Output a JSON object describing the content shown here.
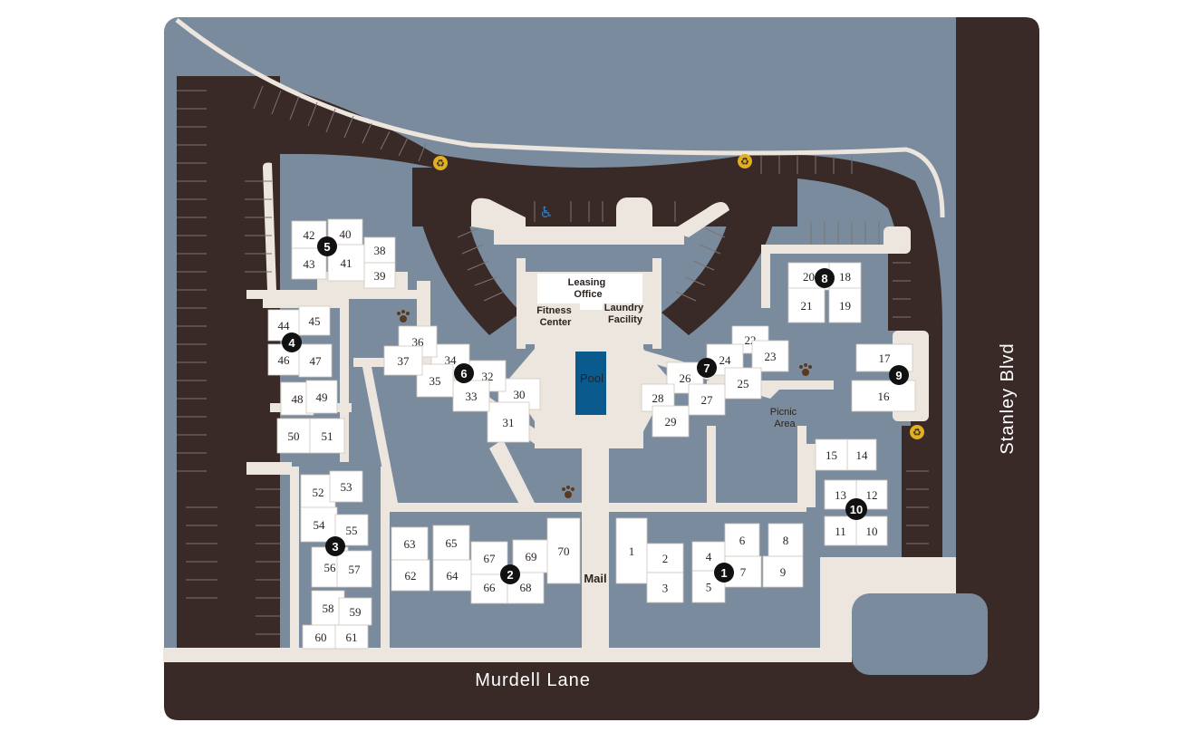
{
  "streets": {
    "bottom": "Murdell Lane",
    "right": "Stanley Blvd"
  },
  "amenities": {
    "leasing": "Leasing Office",
    "fitness_line1": "Fitness",
    "fitness_line2": "Center",
    "laundry_line1": "Laundry",
    "laundry_line2": "Facility",
    "pool": "Pool",
    "picnic_line1": "Picnic",
    "picnic_line2": "Area",
    "mail": "Mail"
  },
  "buildings": [
    "1",
    "2",
    "3",
    "4",
    "5",
    "6",
    "7",
    "8",
    "9",
    "10"
  ],
  "units": [
    "1",
    "2",
    "3",
    "4",
    "5",
    "6",
    "7",
    "8",
    "9",
    "10",
    "11",
    "12",
    "13",
    "14",
    "15",
    "16",
    "17",
    "18",
    "19",
    "20",
    "21",
    "22",
    "23",
    "24",
    "25",
    "26",
    "27",
    "28",
    "29",
    "30",
    "31",
    "32",
    "33",
    "34",
    "35",
    "36",
    "37",
    "38",
    "39",
    "40",
    "41",
    "42",
    "43",
    "44",
    "45",
    "46",
    "47",
    "48",
    "49",
    "50",
    "51",
    "52",
    "53",
    "54",
    "55",
    "56",
    "57",
    "58",
    "59",
    "60",
    "61",
    "62",
    "63",
    "64",
    "65",
    "66",
    "67",
    "68",
    "69",
    "70"
  ],
  "icons": [
    "recycling-icon",
    "accessible-parking-icon",
    "pet-paw-icon"
  ],
  "colors": {
    "water": "#7a8b9e",
    "road": "#3a2a27",
    "walkway": "#ece6df",
    "unit": "#ffffff",
    "pool": "#0b5a8e",
    "marker": "#111111",
    "recycle": "#e0b020"
  }
}
